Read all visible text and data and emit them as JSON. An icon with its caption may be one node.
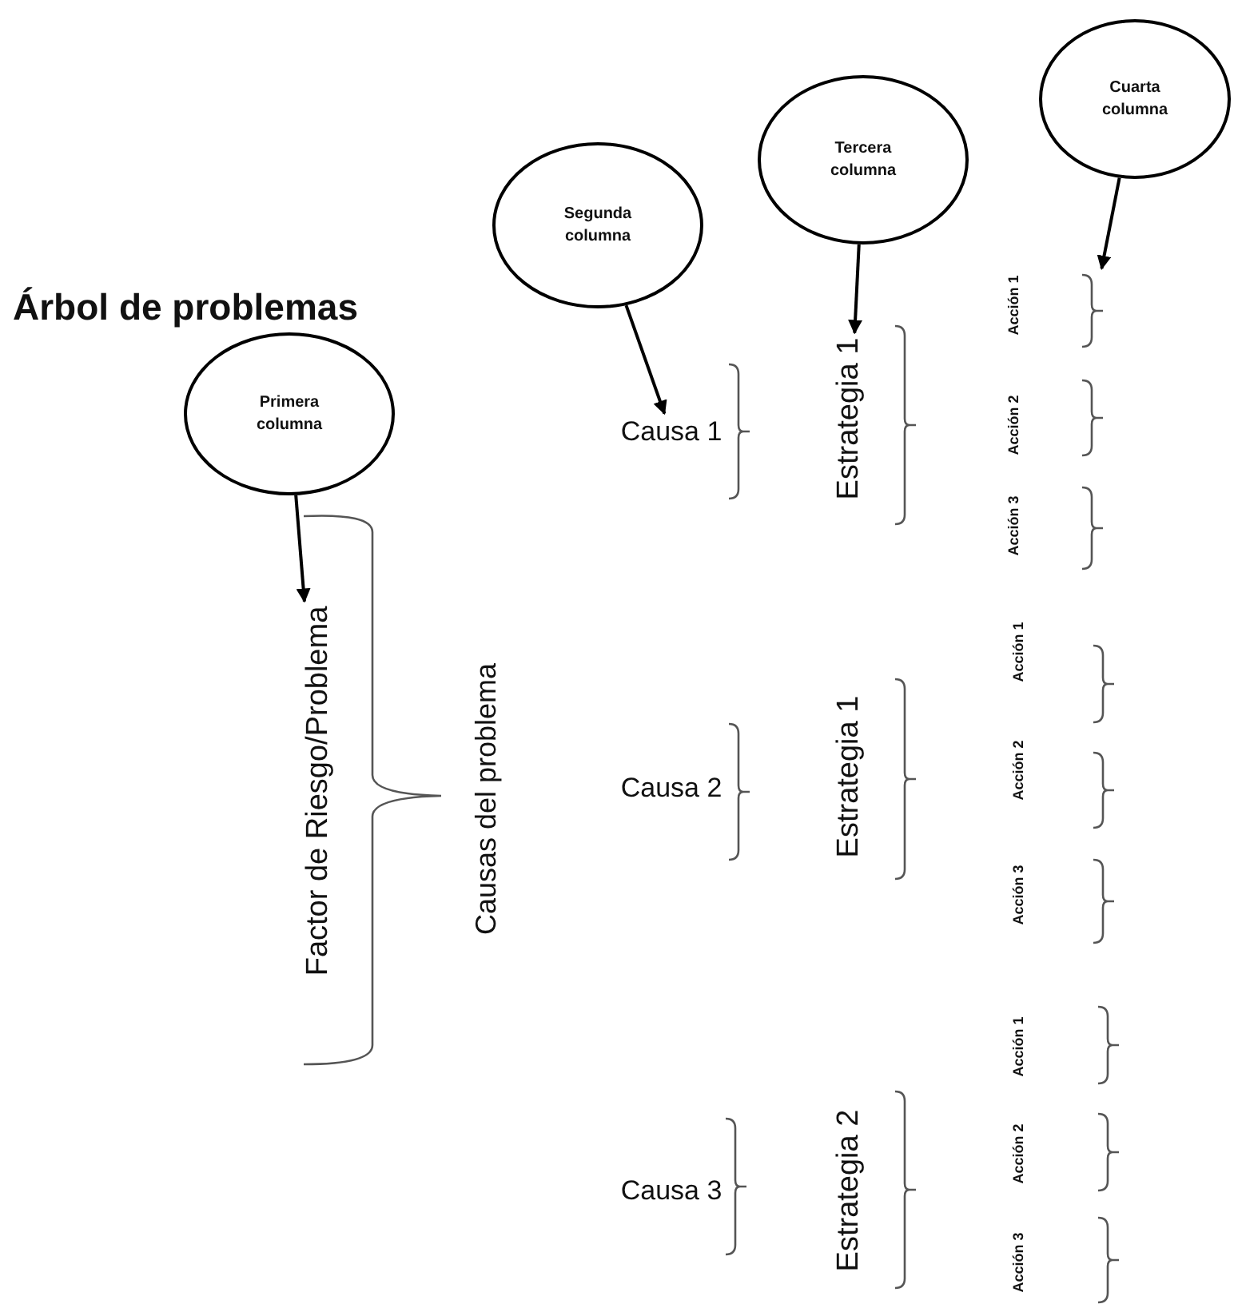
{
  "diagram": {
    "title": "Árbol de problemas",
    "nodes": [
      {
        "text": [
          "Primera columna"
        ]
      },
      {
        "text": [
          "Segunda columna"
        ]
      },
      {
        "text": [
          "Tercera columna"
        ]
      },
      {
        "text": [
          "Cuarta columna"
        ]
      },
      {
        "text": [
          "Factor de Riesgo/Problema"
        ]
      },
      {
        "text": [
          "Causa 1"
        ]
      },
      {
        "text": [
          "Estrategia 1"
        ]
      },
      {
        "text": [],
        "shape": "bracket"
      }
    ],
    "edges": [
      {
        "from": 0,
        "to": 4,
        "arrow": "to"
      },
      {
        "from": 1,
        "to": 5,
        "arrow": "to"
      },
      {
        "from": 2,
        "to": 6,
        "arrow": "to"
      },
      {
        "from": 3,
        "to": 7,
        "arrow": "to"
      }
    ],
    "labels": [
      "Acción 1",
      "Acción 2",
      "Acción 3",
      "Causas del problema",
      "Estrategia 1",
      "Causa 2",
      "Acción 1",
      "Acción 2",
      "Acción 3",
      "Acción 1",
      "Estrategia 2",
      "Causa 3",
      "Acción 2",
      "Acción 3"
    ]
  }
}
